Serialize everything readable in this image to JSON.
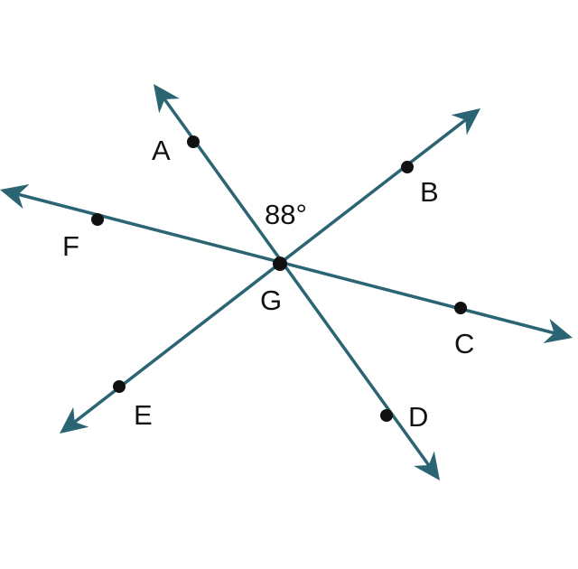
{
  "colors": {
    "line": "#2b6473",
    "point": "#111111",
    "background": "#ffffff"
  },
  "points": {
    "A": "A",
    "B": "B",
    "C": "C",
    "D": "D",
    "E": "E",
    "F": "F",
    "G": "G"
  },
  "angle_label": "88°"
}
